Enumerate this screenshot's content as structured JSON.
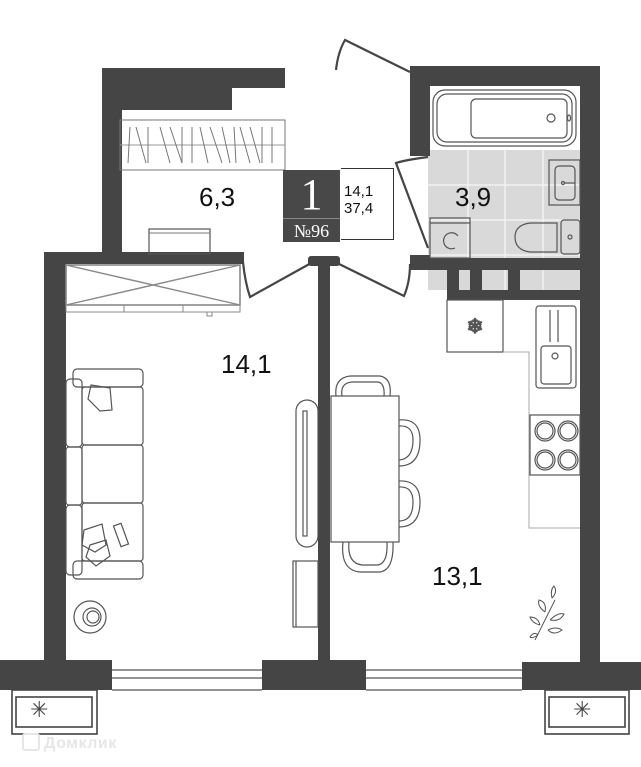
{
  "plan": {
    "rooms_count": "1",
    "apartment_number": "№96",
    "living_area": "14,1",
    "total_area": "37,4"
  },
  "rooms": [
    {
      "id": "hallway",
      "area": "6,3"
    },
    {
      "id": "bathroom",
      "area": "3,9"
    },
    {
      "id": "living-room",
      "area": "14,1"
    },
    {
      "id": "kitchen",
      "area": "13,1"
    }
  ],
  "balconies": [
    {
      "id": "left",
      "icon": "snowflake-icon",
      "glyph": "✳"
    },
    {
      "id": "right",
      "icon": "snowflake-icon",
      "glyph": "✳"
    }
  ],
  "watermark": {
    "text": "Домклик"
  },
  "colors": {
    "wall": "#454545",
    "bathroom_tile": "#d9d9d9",
    "badge": "#484848"
  }
}
